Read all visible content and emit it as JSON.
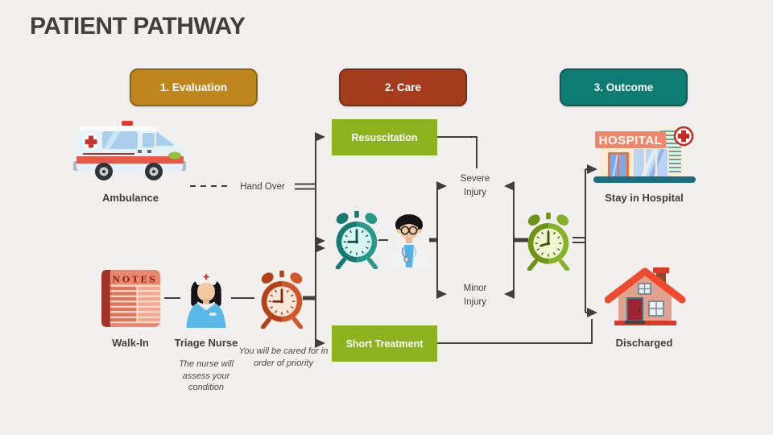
{
  "slide": {
    "title": "PATIENT PATHWAY"
  },
  "stages": [
    {
      "label": "1. Evaluation",
      "bg": "#BE861C",
      "border": "#8F6412"
    },
    {
      "label": "2. Care",
      "bg": "#A63C1E",
      "border": "#7A2B13"
    },
    {
      "label": "3. Outcome",
      "bg": "#0F7C74",
      "border": "#0B5B55"
    }
  ],
  "process": {
    "hand_over": "Hand Over",
    "resuscitation": "Resuscitation",
    "short_treatment": "Short Treatment",
    "severe_injury": "Severe Injury",
    "minor_injury": "Minor Injury"
  },
  "entities": {
    "ambulance": "Ambulance",
    "walk_in": "Walk-In",
    "triage_nurse": "Triage Nurse",
    "stay_in_hospital": "Stay in Hospital",
    "discharged": "Discharged"
  },
  "notes": {
    "nurse_note": "The nurse will assess your condition",
    "priority_note": "You will be cared for in order of priority"
  },
  "icon_text": {
    "hospital_sign": "HOSPITAL",
    "notes_header": "NOTES"
  },
  "colors": {
    "treatment_box": "#8CB31E",
    "connector": "#3F3F3F",
    "title": "#3F3F3F",
    "background": "#F1F0EE"
  }
}
